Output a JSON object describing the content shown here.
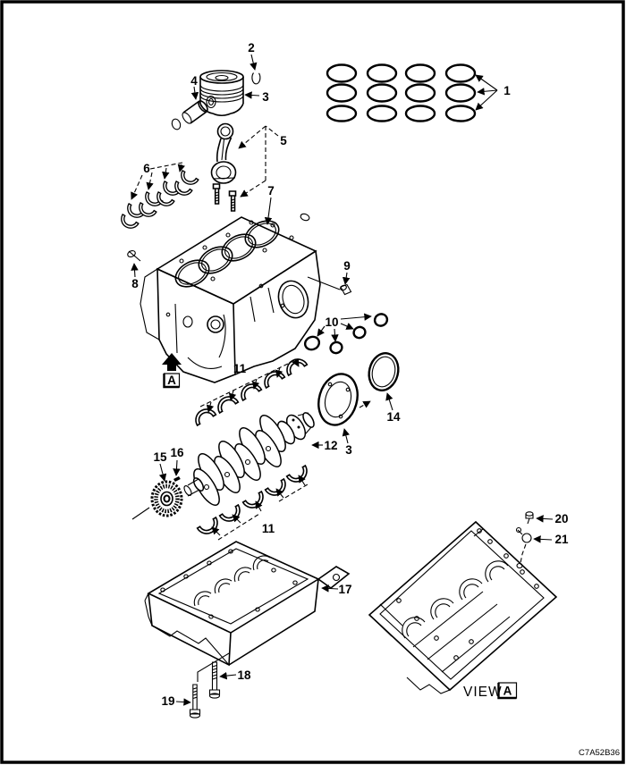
{
  "figure": {
    "code": "C7A52B36",
    "view_label": "VIEW",
    "view_marker": "A",
    "direction_marker": "A"
  },
  "callouts": [
    {
      "label": "1"
    },
    {
      "label": "2"
    },
    {
      "label": "3"
    },
    {
      "label": "4"
    },
    {
      "label": "5"
    },
    {
      "label": "6"
    },
    {
      "label": "7"
    },
    {
      "label": "8"
    },
    {
      "label": "9"
    },
    {
      "label": "10"
    },
    {
      "label": "11"
    },
    {
      "label": "11"
    },
    {
      "label": "12"
    },
    {
      "label": "3"
    },
    {
      "label": "14"
    },
    {
      "label": "15"
    },
    {
      "label": "16"
    },
    {
      "label": "17"
    },
    {
      "label": "18"
    },
    {
      "label": "19"
    },
    {
      "label": "20"
    },
    {
      "label": "21"
    }
  ],
  "colors": {
    "line": "#000000",
    "background": "#ffffff"
  }
}
